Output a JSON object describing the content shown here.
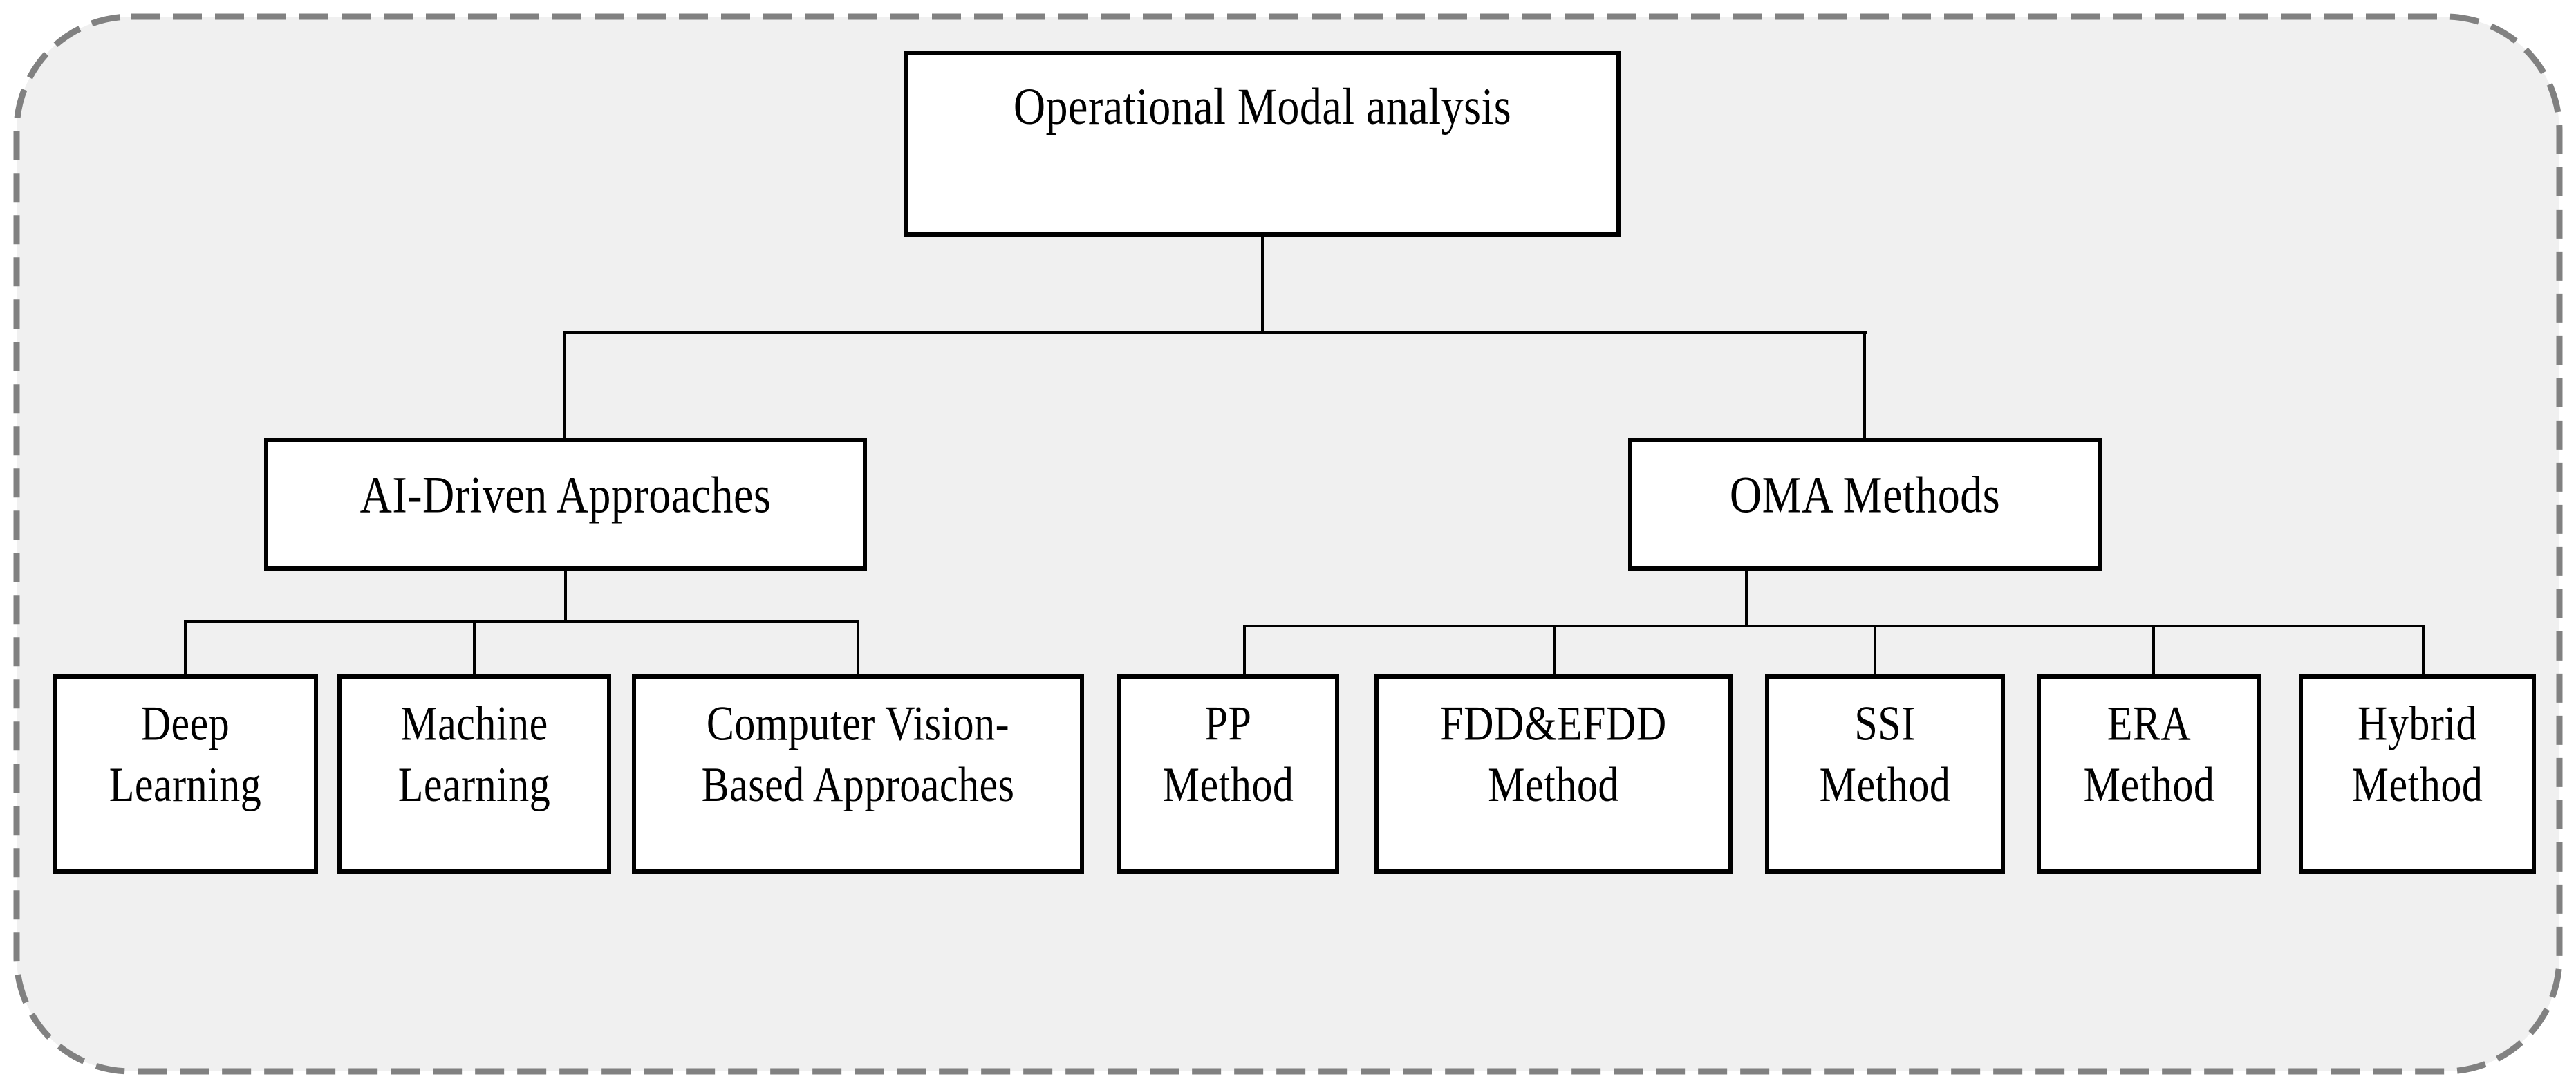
{
  "figure": {
    "title": "Operational Modal analysis taxonomy diagram",
    "root": {
      "label": "Operational Modal analysis"
    },
    "branches": [
      {
        "label": "AI-Driven Approaches",
        "children": [
          {
            "label": "Deep\nLearning"
          },
          {
            "label": "Machine\nLearning"
          },
          {
            "label": "Computer Vision-\nBased Approaches"
          }
        ]
      },
      {
        "label": "OMA Methods",
        "children": [
          {
            "label": "PP\nMethod"
          },
          {
            "label": "FDD&EFDD\nMethod"
          },
          {
            "label": "SSI\nMethod"
          },
          {
            "label": "ERA\nMethod"
          },
          {
            "label": "Hybrid\nMethod"
          }
        ]
      }
    ],
    "colors": {
      "page_background": "#ffffff",
      "panel_background": "#f0f0f0",
      "frame_dash": "#818181",
      "box_fill": "#ffffff",
      "box_border": "#000000",
      "connector": "#000000",
      "text": "#000000"
    }
  }
}
